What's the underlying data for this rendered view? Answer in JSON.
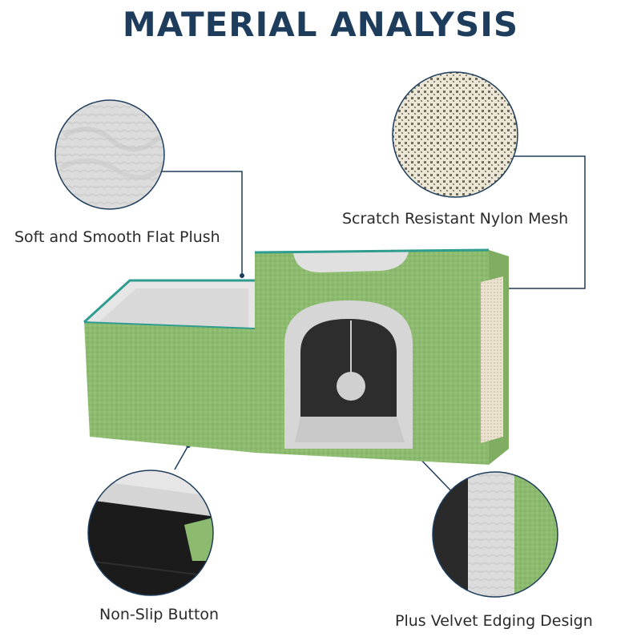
{
  "title": "MATERIAL ANALYSIS",
  "labels": {
    "plush": "Soft and Smooth Flat Plush",
    "mesh": "Scratch Resistant Nylon Mesh",
    "button": "Non-Slip Button",
    "velvet": "Plus Velvet Edging Design"
  },
  "colors": {
    "title": "#1e3d5c",
    "felt_green": "#8cba6e",
    "plush_grey": "#d9d9d9",
    "piping_teal": "#2e9c8f",
    "sisal": "#e8e0cc",
    "leader_line": "#1e3d5c"
  }
}
